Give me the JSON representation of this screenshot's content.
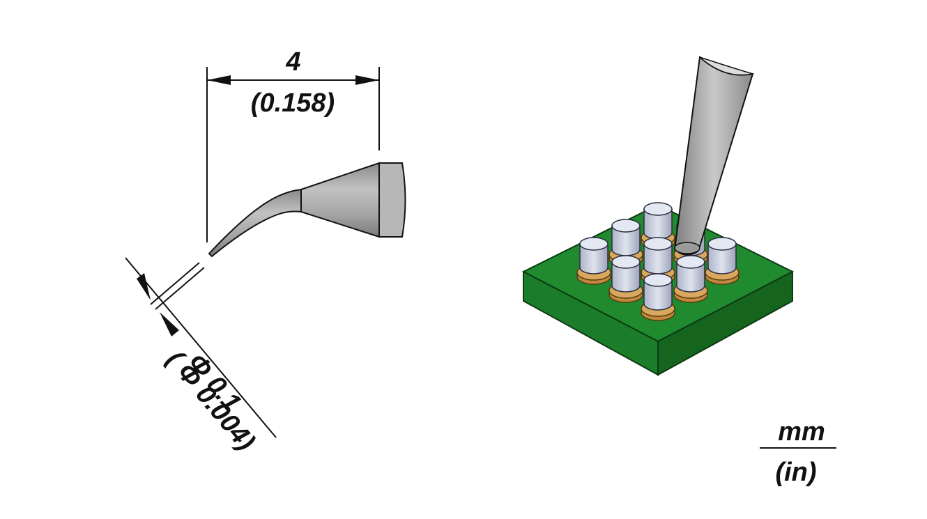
{
  "dimension_length": {
    "value": "4",
    "value_in": "(0.158)"
  },
  "dimension_diameter": {
    "value": "Φ 0.1",
    "value_in": "( Φ 0.004)"
  },
  "units": {
    "top": "mm",
    "bottom": "(in)"
  },
  "colors": {
    "tip_metal": "#a6a6a6",
    "tip_shadow": "#7d7d7d",
    "board": "#1f8a2e",
    "board_side": "#136a1f",
    "pad": "#d9a75e",
    "ball": "#c9cede",
    "ball_top": "#e4e8f3",
    "line": "#111111"
  }
}
